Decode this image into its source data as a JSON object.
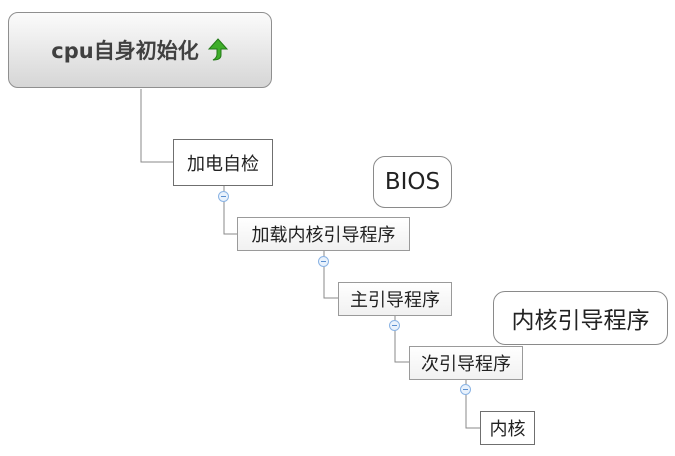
{
  "root": {
    "label": "cpu自身初始化",
    "icon": "green-up-arrow-icon"
  },
  "nodes": {
    "power_on_self_test": "加电自检",
    "load_kernel_bootloader": "加载内核引导程序",
    "primary_bootloader": "主引导程序",
    "secondary_bootloader": "次引导程序",
    "kernel": "内核"
  },
  "callouts": {
    "bios": "BIOS",
    "kernel_bootloader": "内核引导程序"
  },
  "colors": {
    "connector": "#8a8a8a",
    "collapse_border": "#8bb4e4",
    "collapse_fill": "#e9f2fc",
    "arrow_green": "#3fae2a"
  }
}
